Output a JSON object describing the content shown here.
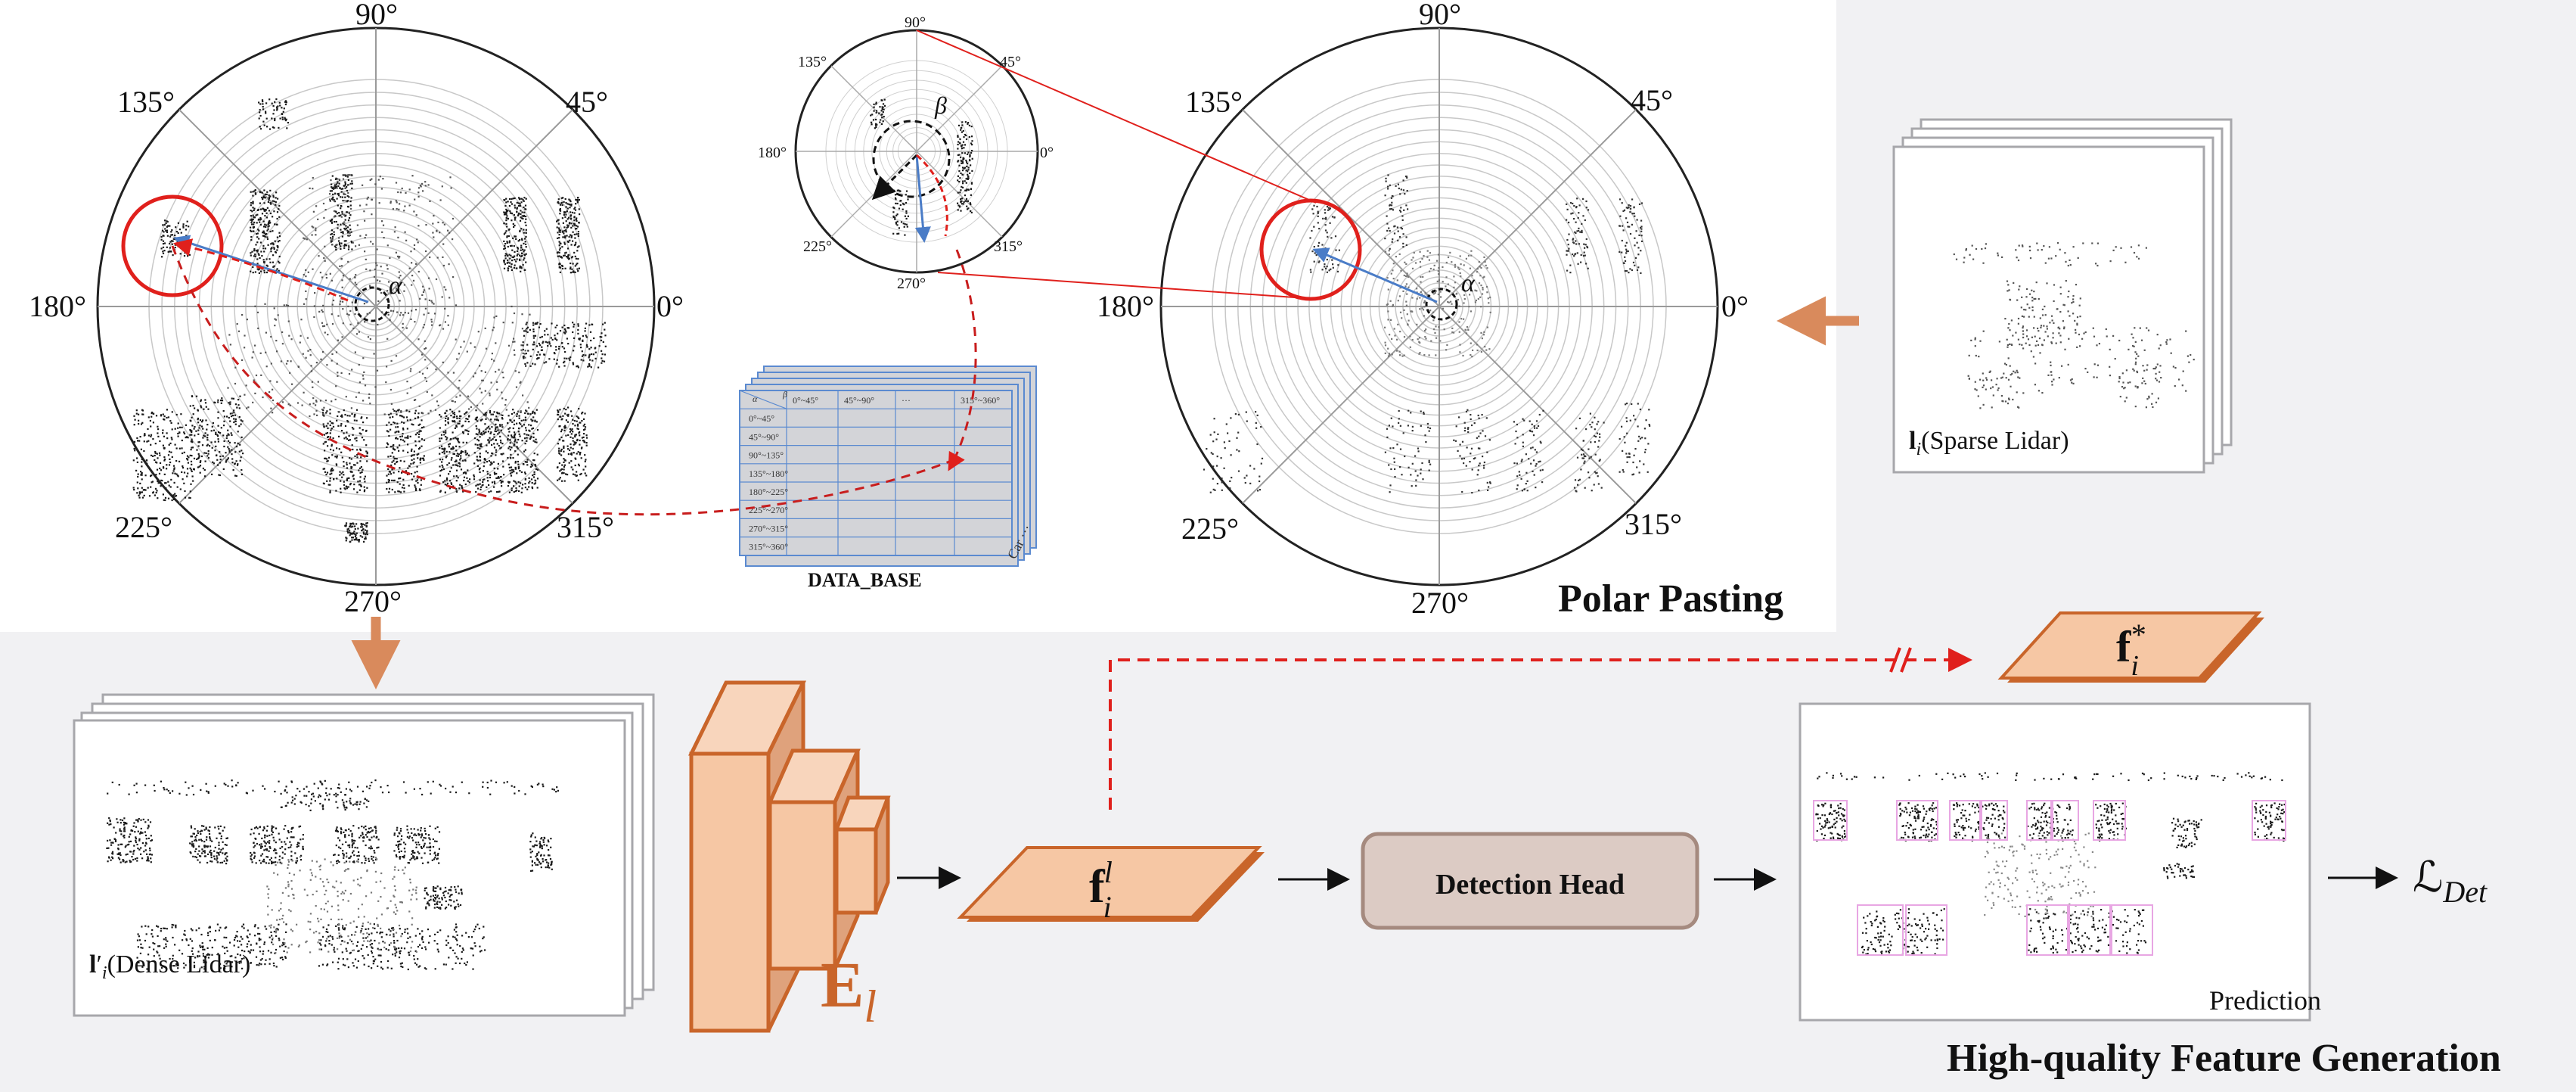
{
  "left_polar": {
    "angles": [
      "90°",
      "45°",
      "0°",
      "315°",
      "270°",
      "225°",
      "180°",
      "135°"
    ],
    "alpha": "α"
  },
  "small_polar": {
    "angles": [
      "90°",
      "45°",
      "0°",
      "315°",
      "270°",
      "225°",
      "180°",
      "135°"
    ],
    "beta": "β"
  },
  "right_polar": {
    "angles": [
      "90°",
      "45°",
      "0°",
      "315°",
      "270°",
      "225°",
      "180°",
      "135°"
    ],
    "alpha": "α"
  },
  "database": {
    "label": "DATA_BASE",
    "header_alpha": "α",
    "header_beta": "β",
    "column_headers": [
      "0°~45°",
      "45°~90°",
      "···",
      "315°~360°"
    ],
    "row_headers": [
      "0°~45°",
      "45°~90°",
      "90°~135°",
      "135°~180°",
      "180°~225°",
      "225°~270°",
      "270°~315°",
      "315°~360°"
    ],
    "side_label": "Car ···"
  },
  "titles": {
    "polar_pasting": "Polar Pasting",
    "feature_generation": "High-quality Feature Generation"
  },
  "sparse_lidar": {
    "symbol": "l",
    "subscript": "i",
    "label": "(Sparse Lidar)"
  },
  "dense_lidar": {
    "symbol": "l",
    "prime": "′",
    "subscript": "i",
    "label": "(Dense Lidar)"
  },
  "encoder": {
    "symbol": "E",
    "subscript": "l"
  },
  "feature_student": {
    "symbol": "f",
    "subscript": "i",
    "superscript": "l"
  },
  "feature_teacher": {
    "symbol": "f",
    "subscript": "i",
    "superscript": "*"
  },
  "detection_head": {
    "label": "Detection Head"
  },
  "prediction": {
    "label": "Prediction"
  },
  "loss": {
    "symbol": "ℒ",
    "subscript": "Det"
  },
  "colors": {
    "orange_fill": "#f6c7a4",
    "orange_stroke": "#c9652a",
    "head_fill": "#dccbc4",
    "head_stroke": "#a58a7f",
    "red": "#e0201c",
    "blue": "#4a7cc7",
    "table_fill": "#d3d4d8",
    "table_stroke": "#5b8ad0"
  }
}
